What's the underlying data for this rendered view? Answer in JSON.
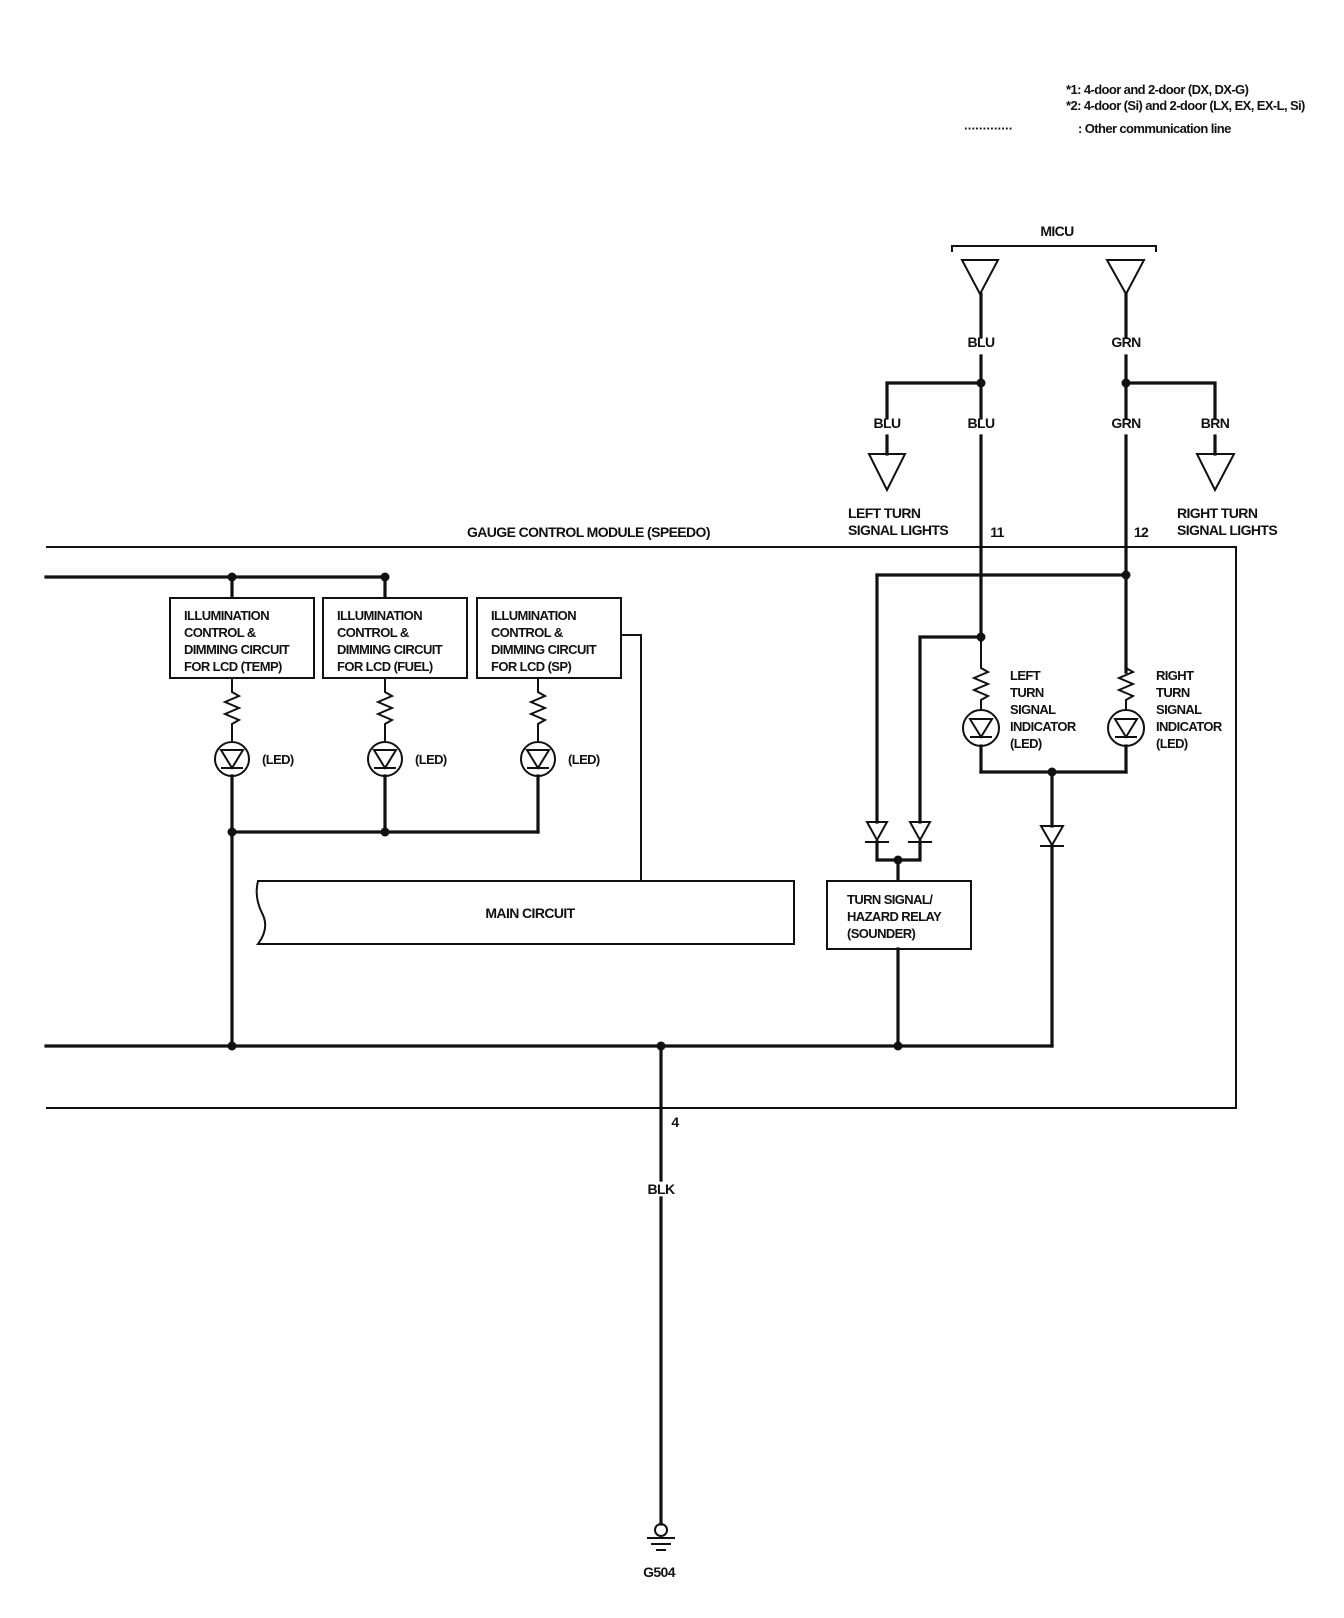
{
  "notes": {
    "note1": "*1: 4-door and 2-door (DX, DX-G)",
    "note2": "*2: 4-door (Si) and 2-door (LX, EX, EX-L, Si)",
    "legend_symbol": "·············",
    "legend_label": ": Other communication line"
  },
  "micu": {
    "label": "MICU"
  },
  "wires": {
    "blu_top": "BLU",
    "grn_top": "GRN",
    "blu_branch": "BLU",
    "blu_main": "BLU",
    "grn_main": "GRN",
    "brn_branch": "BRN",
    "blk_ground": "BLK"
  },
  "connectors": {
    "left_turn_lights": [
      "LEFT TURN",
      "SIGNAL LIGHTS"
    ],
    "right_turn_lights": [
      "RIGHT TURN",
      "SIGNAL LIGHTS"
    ]
  },
  "module": {
    "label": "GAUGE CONTROL MODULE (SPEEDO)",
    "pin_11": "11",
    "pin_12": "12",
    "pin_4": "4"
  },
  "illumination_boxes": [
    {
      "lines": [
        "ILLUMINATION",
        "CONTROL &",
        "DIMMING CIRCUIT",
        "FOR LCD (TEMP)"
      ],
      "led_label": "(LED)"
    },
    {
      "lines": [
        "ILLUMINATION",
        "CONTROL &",
        "DIMMING CIRCUIT",
        "FOR LCD (FUEL)"
      ],
      "led_label": "(LED)"
    },
    {
      "lines": [
        "ILLUMINATION",
        "CONTROL &",
        "DIMMING CIRCUIT",
        "FOR LCD (SP)"
      ],
      "led_label": "(LED)"
    }
  ],
  "indicators": {
    "left": [
      "LEFT",
      "TURN",
      "SIGNAL",
      "INDICATOR",
      "(LED)"
    ],
    "right": [
      "RIGHT",
      "TURN",
      "SIGNAL",
      "INDICATOR",
      "(LED)"
    ]
  },
  "main_circuit": {
    "label": "MAIN CIRCUIT"
  },
  "relay": {
    "lines": [
      "TURN SIGNAL/",
      "HAZARD RELAY",
      "(SOUNDER)"
    ]
  },
  "ground": {
    "label": "G504"
  }
}
